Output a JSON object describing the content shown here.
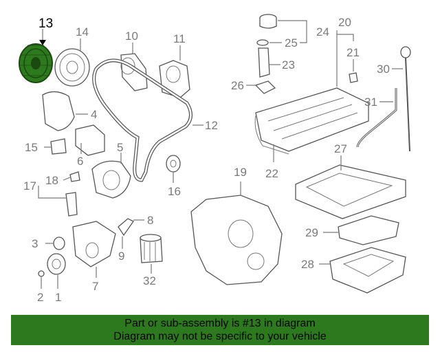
{
  "diagram": {
    "highlight_label": "13",
    "labels": {
      "p1": "1",
      "p2": "2",
      "p3": "3",
      "p4": "4",
      "p5": "5",
      "p6": "6",
      "p7": "7",
      "p8": "8",
      "p9": "9",
      "p10": "10",
      "p11": "11",
      "p12": "12",
      "p14": "14",
      "p15": "15",
      "p16": "16",
      "p17": "17",
      "p18": "18",
      "p19": "19",
      "p20": "20",
      "p21": "21",
      "p22": "22",
      "p23": "23",
      "p24": "24",
      "p25": "25",
      "p26": "26",
      "p27": "27",
      "p28": "28",
      "p29": "29",
      "p30": "30",
      "p31": "31",
      "p32": "32"
    },
    "highlight_color": "#2d7a1e"
  },
  "banner": {
    "line1": "Part or sub-assembly is #13 in diagram",
    "line2": "Diagram may not be specific to your vehicle"
  }
}
